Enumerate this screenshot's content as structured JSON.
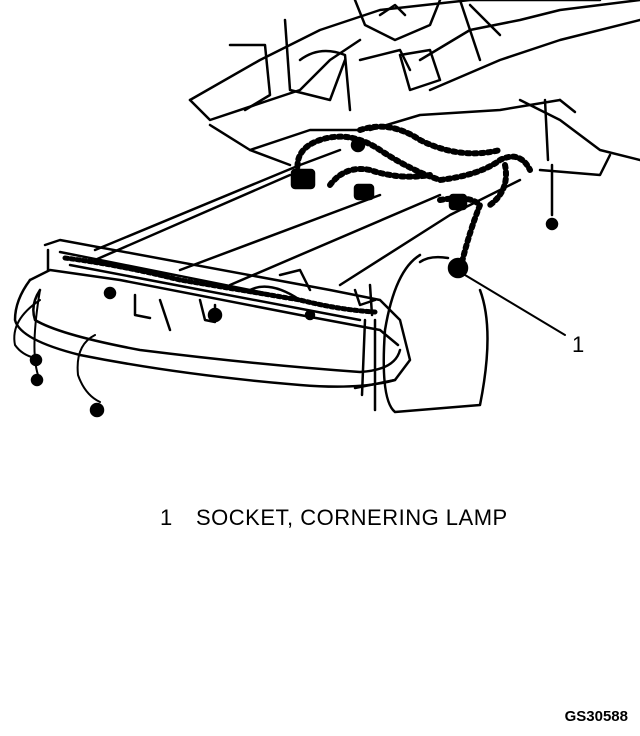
{
  "callout": {
    "number": "1"
  },
  "legend": [
    {
      "number": "1",
      "label": "SOCKET, CORNERING LAMP"
    }
  ],
  "figure_id": "GS30588"
}
